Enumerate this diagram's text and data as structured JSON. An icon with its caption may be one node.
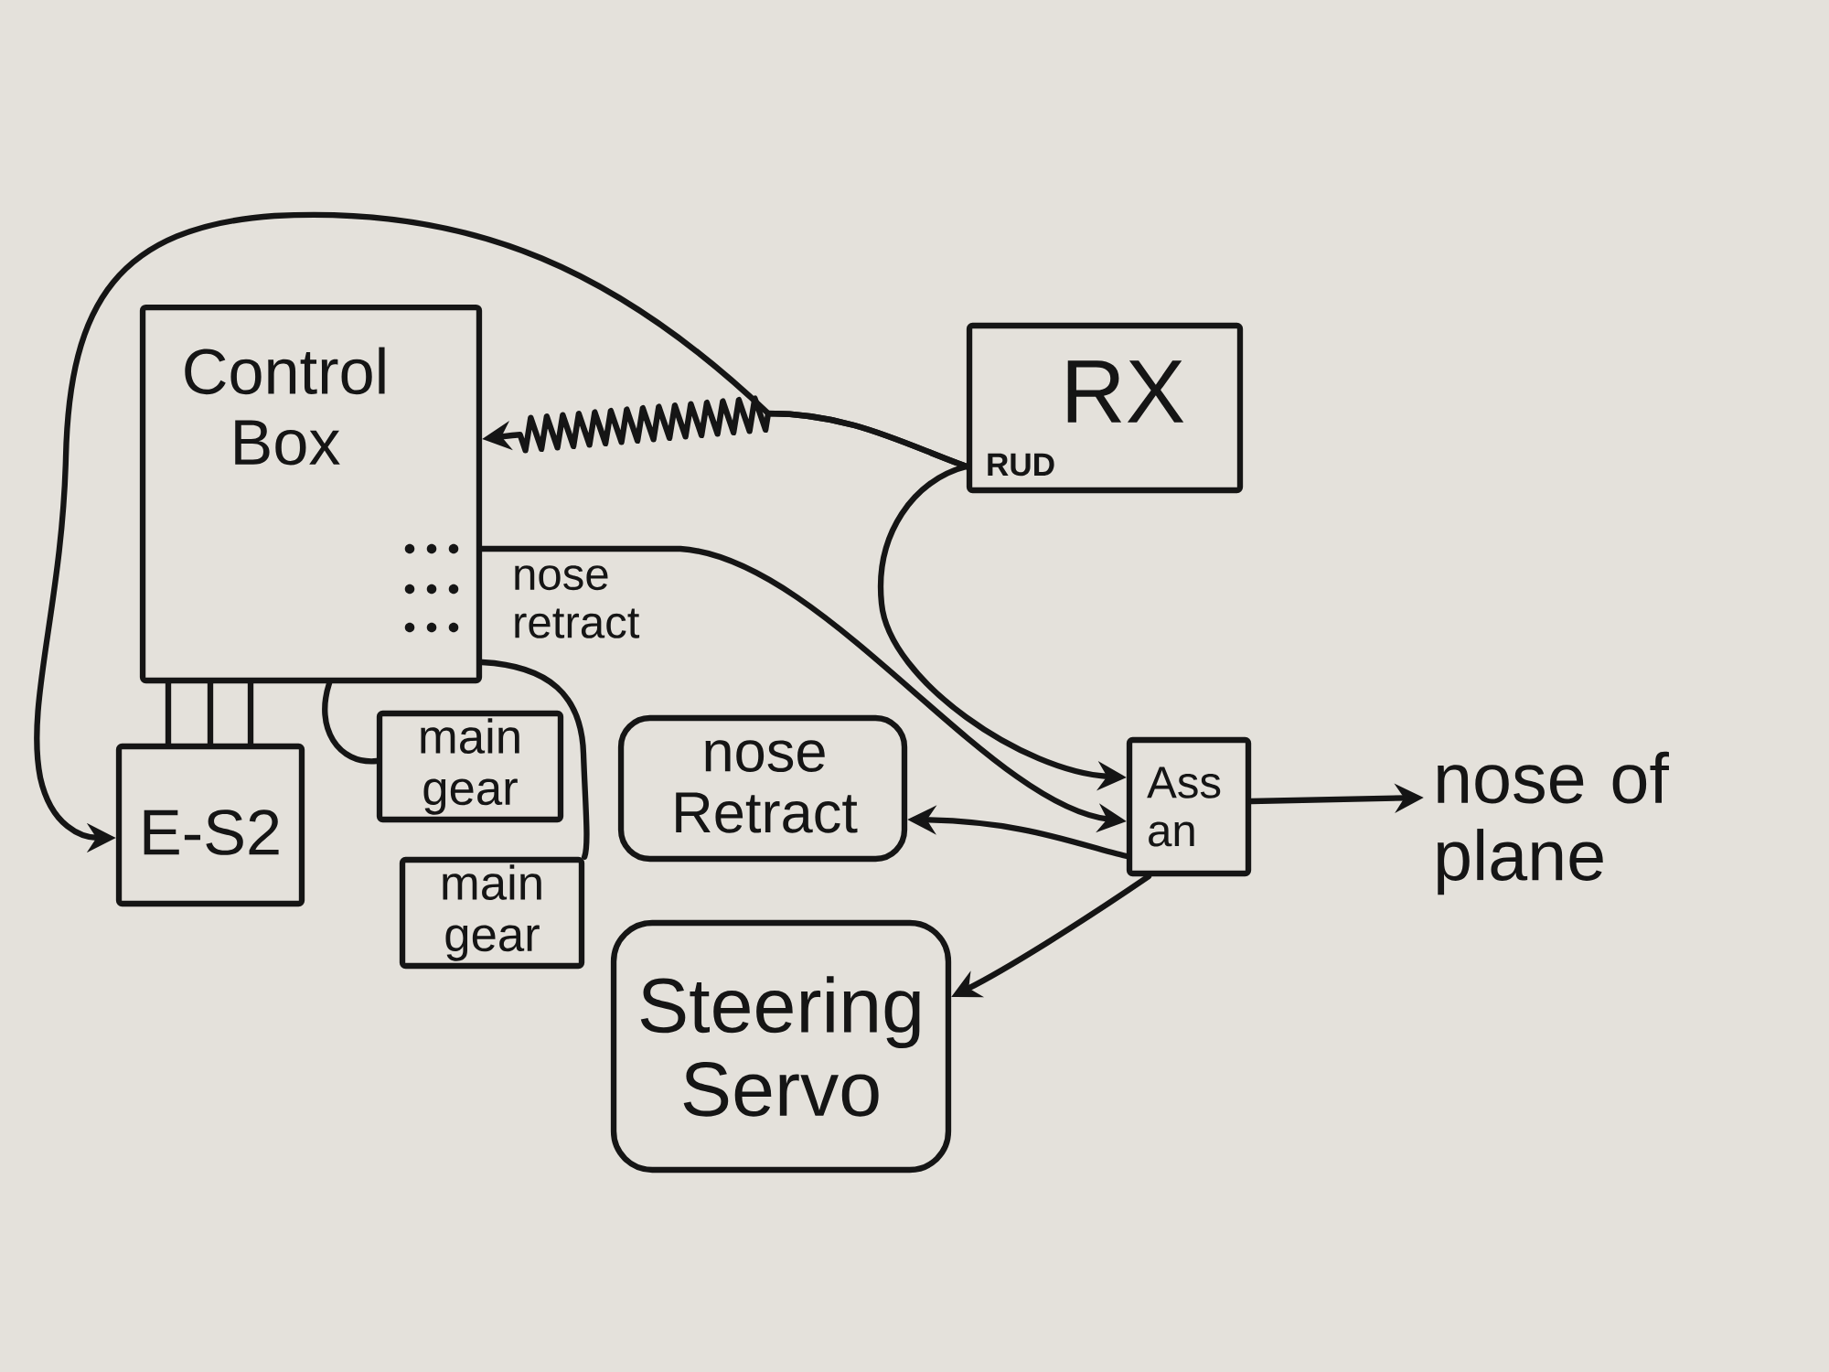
{
  "diagram": {
    "nodes": [
      {
        "text": [
          "Control Box"
        ]
      },
      {
        "text": [
          "RX"
        ]
      },
      {
        "text": [
          "E-S2"
        ]
      },
      {
        "text": [
          "main gear"
        ]
      },
      {
        "text": [
          "main gear"
        ]
      },
      {
        "text": [
          "nose Retract"
        ]
      },
      {
        "text": [
          "Ass an"
        ]
      },
      {
        "text": [
          "nose of plane"
        ]
      },
      {
        "text": [
          "Steering Servo"
        ]
      }
    ],
    "edges": [
      {
        "from": 1,
        "to": 0,
        "arrow": "to"
      },
      {
        "from": 1,
        "to": 2,
        "arrow": "to"
      },
      {
        "from": 1,
        "to": 6,
        "arrow": "to"
      },
      {
        "from": 0,
        "to": 6,
        "arrow": "to",
        "label": "nose retract"
      },
      {
        "from": 0,
        "to": 3,
        "arrow": "none"
      },
      {
        "from": 0,
        "to": 4,
        "arrow": "none"
      },
      {
        "from": 0,
        "to": 2,
        "arrow": "none"
      },
      {
        "from": 0,
        "to": 2,
        "arrow": "none"
      },
      {
        "from": 0,
        "to": 2,
        "arrow": "none"
      },
      {
        "from": 6,
        "to": 5,
        "arrow": "to"
      },
      {
        "from": 6,
        "to": 7,
        "arrow": "to"
      },
      {
        "from": 6,
        "to": 8,
        "arrow": "to"
      }
    ],
    "labels": [
      "RUD"
    ]
  }
}
